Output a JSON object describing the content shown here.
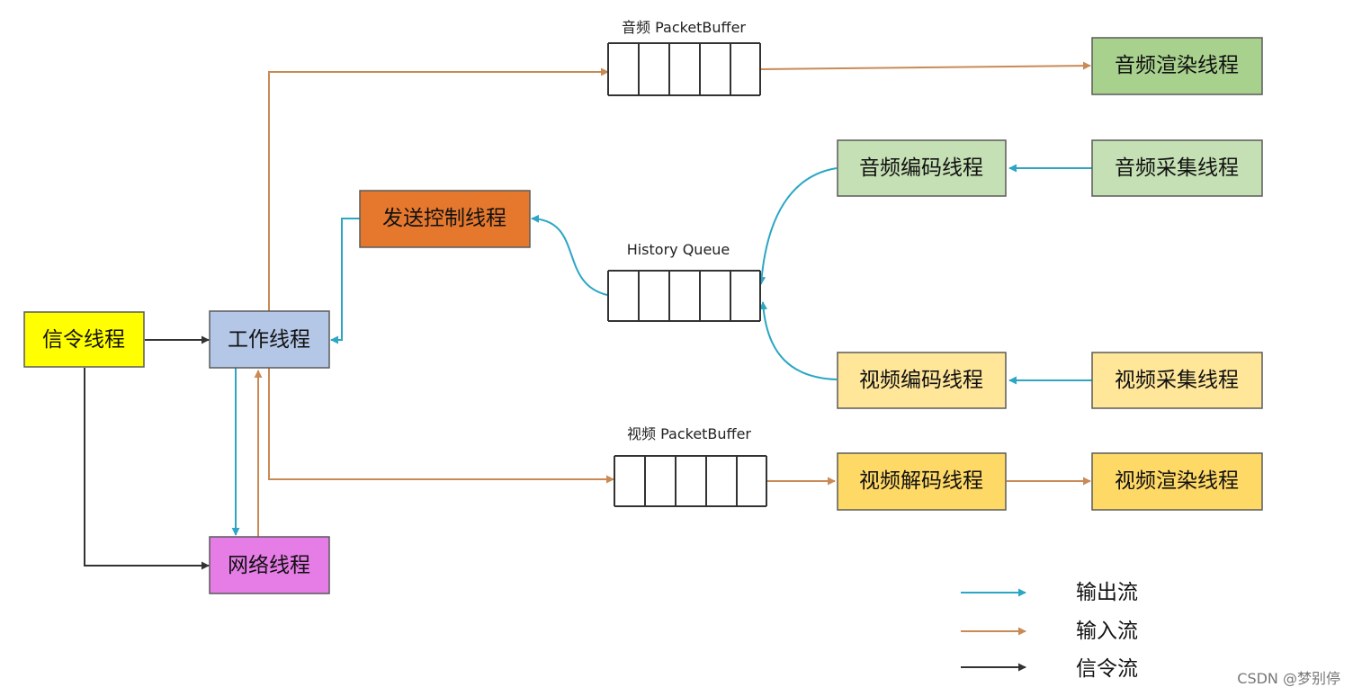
{
  "colors": {
    "output": "#2ba6c4",
    "input": "#c98a55",
    "signal": "#333333",
    "yellow": "#ffff00",
    "blue": "#b4c7e7",
    "orange": "#e6782e",
    "magenta": "#e67ce6",
    "green_dark": "#a9d18e",
    "green_light": "#c5e0b4",
    "yellow_light": "#ffe699",
    "yellow_med": "#ffd966"
  },
  "nodes": {
    "signal_thread": "信令线程",
    "work_thread": "工作线程",
    "network_thread": "网络线程",
    "send_control_thread": "发送控制线程",
    "audio_render_thread": "音频渲染线程",
    "audio_encode_thread": "音频编码线程",
    "audio_capture_thread": "音频采集线程",
    "video_encode_thread": "视频编码线程",
    "video_capture_thread": "视频采集线程",
    "video_decode_thread": "视频解码线程",
    "video_render_thread": "视频渲染线程"
  },
  "buffers": {
    "audio_packet_buffer": "音频 PacketBuffer",
    "history_queue": "History Queue",
    "video_packet_buffer": "视频 PacketBuffer"
  },
  "legend": {
    "output": "输出流",
    "input": "输入流",
    "signal": "信令流"
  },
  "watermark": "CSDN @梦别停"
}
